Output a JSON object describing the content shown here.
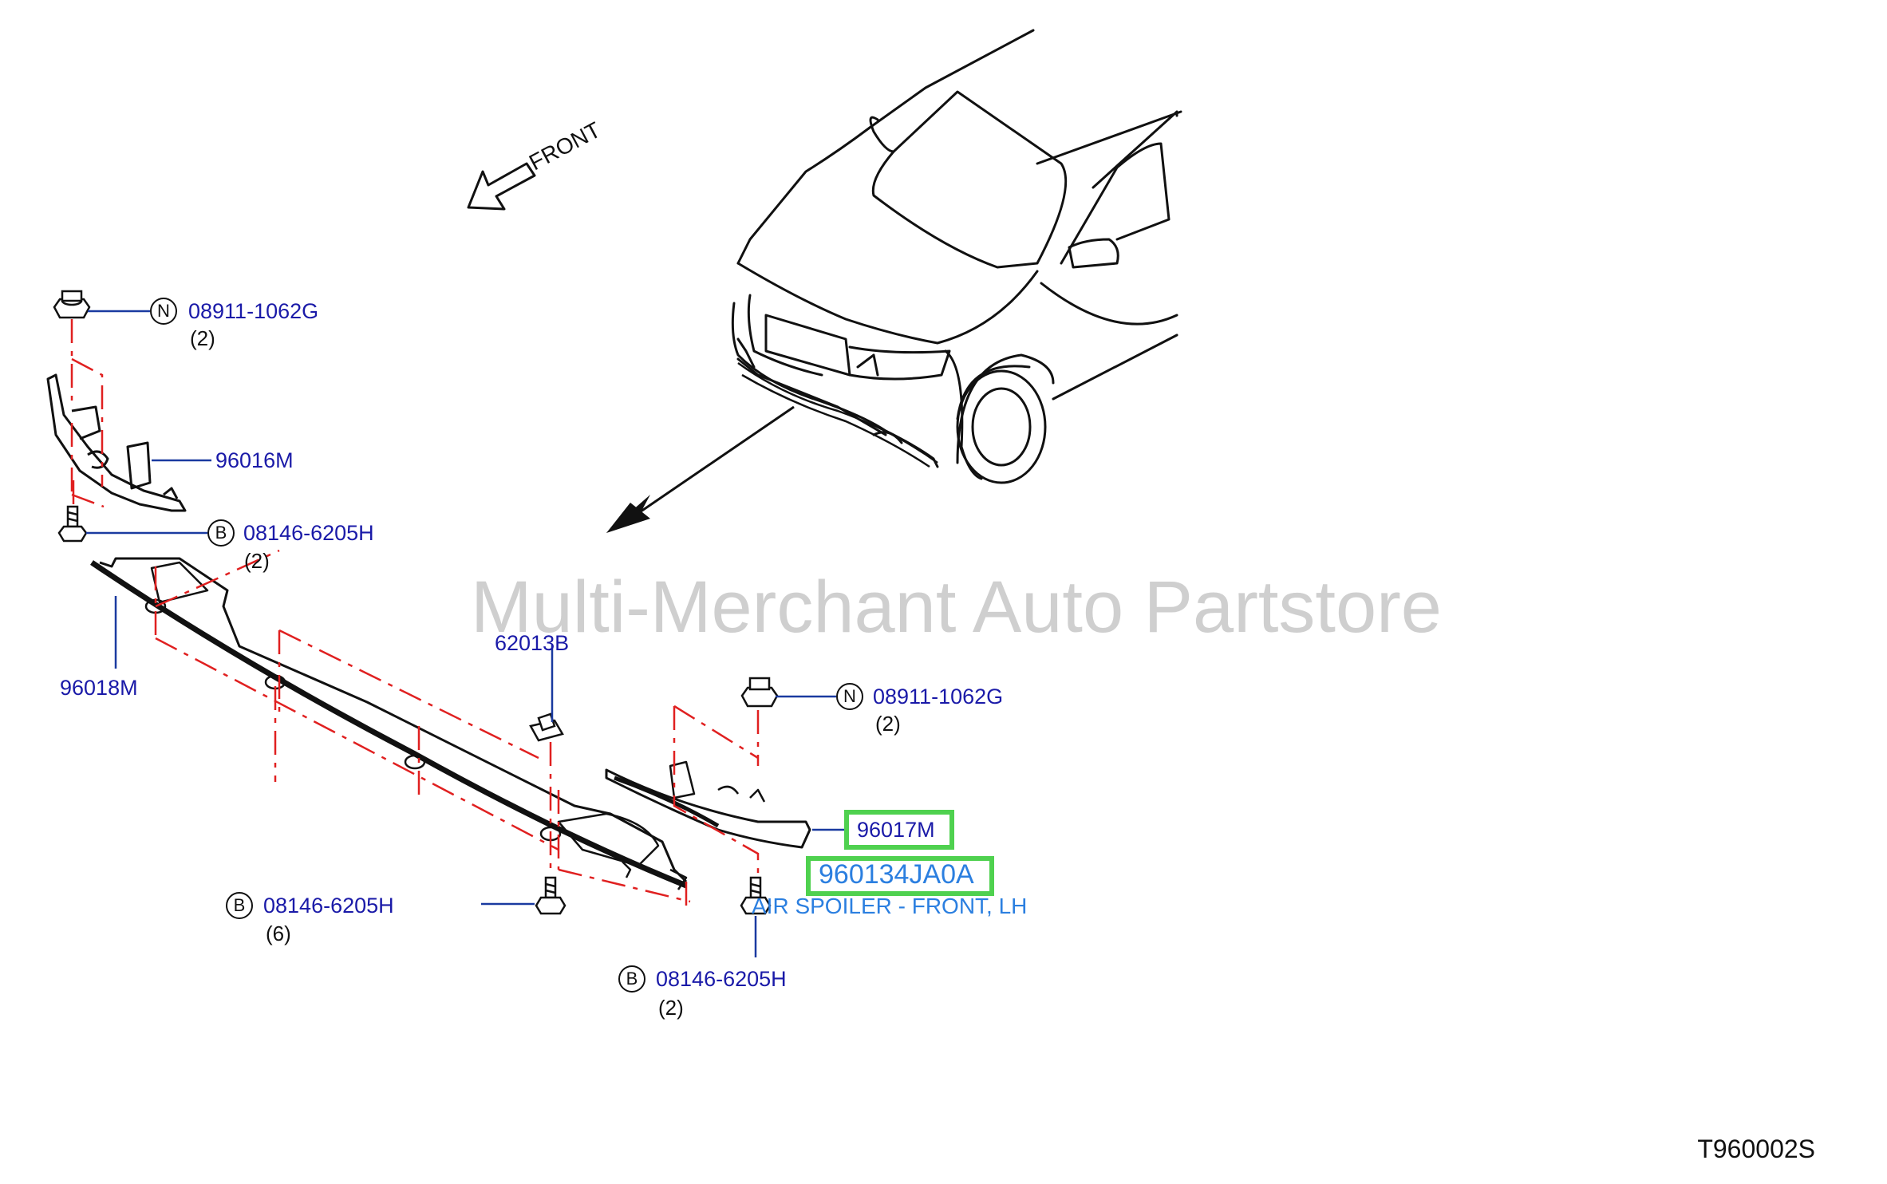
{
  "watermark": "Multi-Merchant Auto Partstore",
  "front_label": "FRONT",
  "diagram_id": "T960002S",
  "callouts": [
    {
      "code": "N",
      "part": "08911-1062G",
      "qty": "(2)"
    },
    {
      "code": "",
      "part": "96016M",
      "qty": ""
    },
    {
      "code": "B",
      "part": "08146-6205H",
      "qty": "(2)"
    },
    {
      "code": "",
      "part": "96018M",
      "qty": ""
    },
    {
      "code": "",
      "part": "62013B",
      "qty": ""
    },
    {
      "code": "N",
      "part": "08911-1062G",
      "qty": "(2)"
    },
    {
      "code": "B",
      "part": "08146-6205H",
      "qty": "(6)"
    },
    {
      "code": "B",
      "part": "08146-6205H",
      "qty": "(2)"
    }
  ],
  "highlighted": {
    "part_ref": "96017M",
    "part_number": "960134JA0A",
    "description": "AIR SPOILER - FRONT, LH"
  },
  "colors": {
    "label_blue": "#1a1aa8",
    "highlight_green": "#4fd14f",
    "description_blue": "#2b7fe0",
    "guide_red": "#e02020",
    "watermark_gray": "#cfcfcf"
  }
}
